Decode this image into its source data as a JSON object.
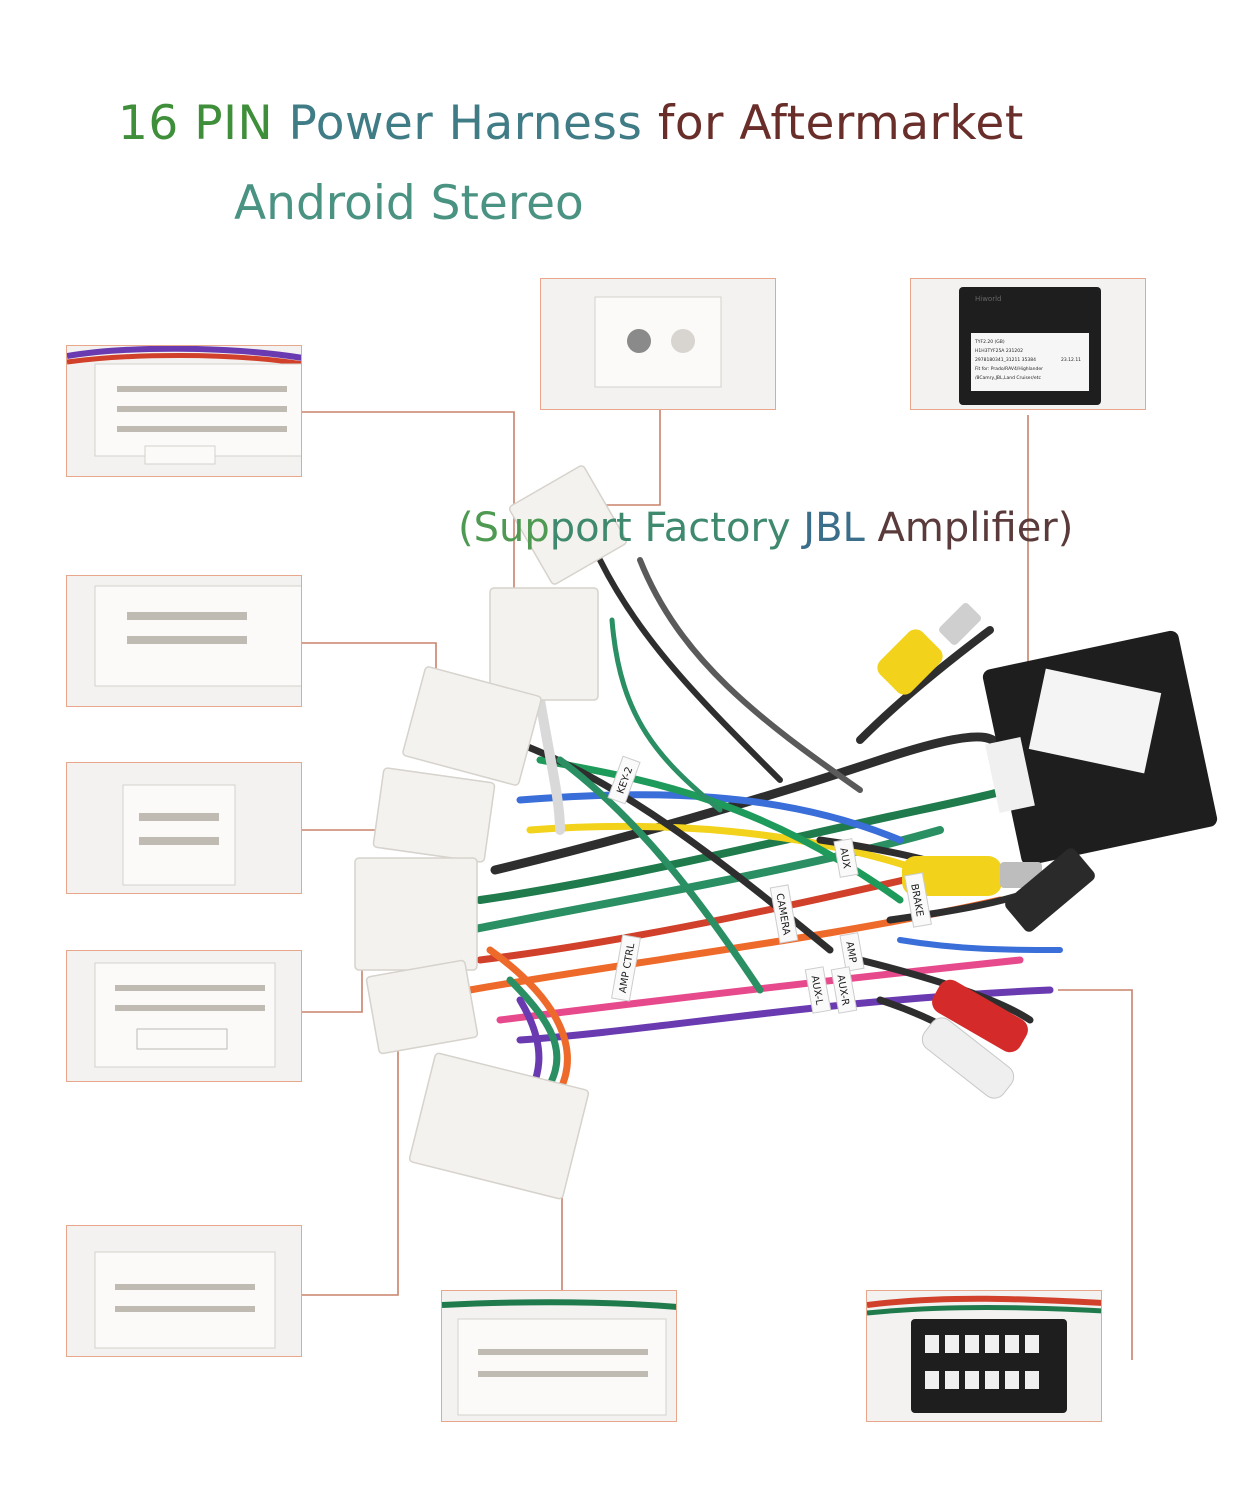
{
  "title": {
    "parts": [
      {
        "text": "16 PIN",
        "color": "#3f8e3a"
      },
      {
        "text": " Power Harness ",
        "color": "#3f7c86"
      },
      {
        "text": "for Aftermarket",
        "color": "#6a2e2a"
      }
    ]
  },
  "subtitle": "Android Stereo",
  "support_note": {
    "parts": [
      {
        "text": "(Sup",
        "color": "#4f9a52"
      },
      {
        "text": "port Factory ",
        "color": "#3f8a6e"
      },
      {
        "text": "JBL ",
        "color": "#3a6e8a"
      },
      {
        "text": "Amplifier)",
        "color": "#5a3a3a"
      }
    ]
  },
  "amplifier_label": {
    "brand": "Hiworld",
    "lines": [
      "TYF2.20   (GB)",
      "H1H3TYF25A   231202",
      "2978180341_31211 35384",
      "Fit for: Prado/RAV4/Highlander",
      "/8Camry,JBL,Land Cruiser/etc"
    ],
    "date": "23.12.11"
  },
  "wire_tags": [
    "KEY-2",
    "AUX",
    "BRAKE",
    "CAMERA",
    "AMP CTRL",
    "AMP",
    "AUX-L",
    "AUX-R"
  ],
  "colors": {
    "frame": "#e8a68a",
    "leader": "#c8826a",
    "connector": "#f4f2ef",
    "amp_box": "#1e1e1e",
    "rca_yellow": "#f2d21a",
    "rca_red": "#d42a2a",
    "rca_white": "#efefef"
  }
}
